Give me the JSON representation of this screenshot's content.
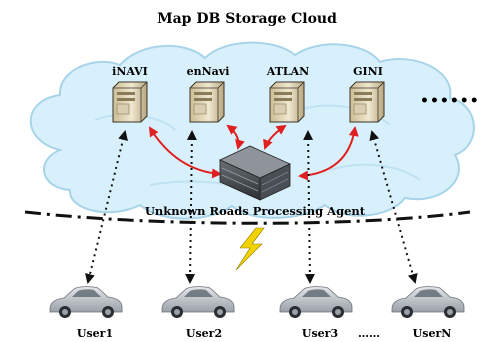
{
  "title": "Map DB Storage Cloud",
  "servers": [
    {
      "label": "iNAVI"
    },
    {
      "label": "enNavi"
    },
    {
      "label": "ATLAN"
    },
    {
      "label": "GINI"
    }
  ],
  "more_servers": "••••••",
  "agent_label": "Unknown Roads Processing Agent",
  "users": [
    {
      "label": "User1"
    },
    {
      "label": "User2"
    },
    {
      "label": "User3"
    },
    {
      "label": "UserN"
    }
  ],
  "users_ellipsis": "……",
  "colors": {
    "cloud_fill": "#d8f0fb",
    "cloud_stroke": "#a8d4ea",
    "arrow_red": "#e02020",
    "lightning": "#f2d200",
    "car_body": "#c9ced3"
  }
}
